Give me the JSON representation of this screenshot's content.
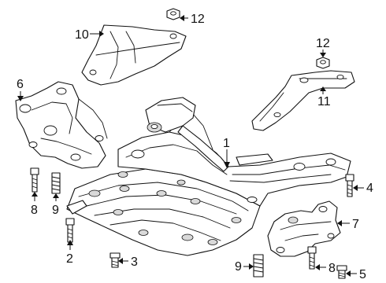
{
  "diagram": {
    "callouts": [
      {
        "id": "c1",
        "label": "1"
      },
      {
        "id": "c2",
        "label": "2"
      },
      {
        "id": "c3",
        "label": "3"
      },
      {
        "id": "c4",
        "label": "4"
      },
      {
        "id": "c5",
        "label": "5"
      },
      {
        "id": "c6",
        "label": "6"
      },
      {
        "id": "c7",
        "label": "7"
      },
      {
        "id": "c8a",
        "label": "8"
      },
      {
        "id": "c8b",
        "label": "8"
      },
      {
        "id": "c9a",
        "label": "9"
      },
      {
        "id": "c9b",
        "label": "9"
      },
      {
        "id": "c10",
        "label": "10"
      },
      {
        "id": "c11",
        "label": "11"
      },
      {
        "id": "c12a",
        "label": "12"
      },
      {
        "id": "c12b",
        "label": "12"
      }
    ]
  }
}
